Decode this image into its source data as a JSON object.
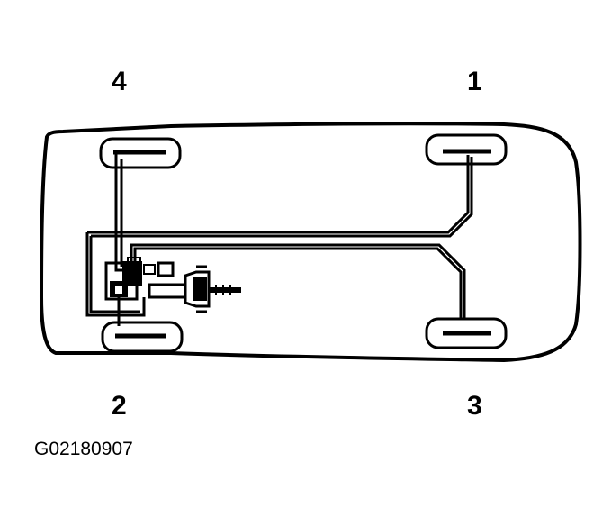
{
  "diagram": {
    "labels": {
      "wheel_4": "4",
      "wheel_1": "1",
      "wheel_2": "2",
      "wheel_3": "3"
    },
    "figure_id": "G02180907",
    "colors": {
      "line": "#000000",
      "background": "#ffffff"
    }
  }
}
